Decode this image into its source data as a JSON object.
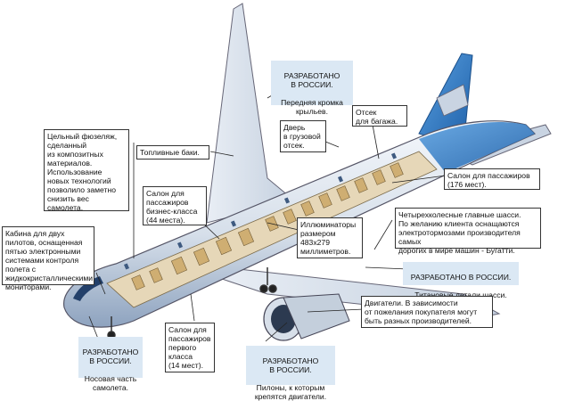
{
  "labels": {
    "wing_edge": {
      "head": "РАЗРАБОТАНО\nВ РОССИИ.",
      "body": "Передняя кромка\nкрыльев."
    },
    "fuselage": "Цельный фюзеляж,\nсделанный\nиз композитных\nматериалов.\nИспользование\nновых технологий\nпозволило заметно\nснизить вес\nсамолета.",
    "fuel_tanks": "Топливные баки.",
    "cargo_door": "Дверь\nв грузовой\nотсек.",
    "baggage": "Отсек\nдля багажа.",
    "pax_176": "Салон для пассажиров\n(176 мест).",
    "business": "Салон для\nпассажиров\nбизнес-класса\n(44 места).",
    "windows": "Иллюминаторы\nразмером\n483x279\nмиллиметров.",
    "gear": "Четырехколесные главные шасси.\nПо желанию клиента оснащаются\nэлектротормозами производителя самых\nдорогих в мире машин - Бугатти.",
    "cockpit": "Кабина для двух\nпилотов, оснащенная\nпятью электронными\nсистемами контроля\nполета с\nжидкокристаллическими\nмониторами.",
    "titanium": {
      "head": "РАЗРАБОТАНО В РОССИИ.",
      "body": "Титановые детали шасси."
    },
    "engines": "Двигатели. В зависимости\nот пожелания покупателя могут\nбыть разных производителей.",
    "nose": {
      "head": "РАЗРАБОТАНО\nВ РОССИИ.",
      "body": "Носовая часть\nсамолета."
    },
    "first": "Салон для\nпассажиров\nпервого\nкласса\n(14 мест).",
    "pylons": {
      "head": "РАЗРАБОТАНО\nВ РОССИИ.",
      "body": "Пилоны, к которым\nкрепятся двигатели."
    }
  },
  "colors": {
    "fuselage": "#dfe6ef",
    "fuselage_dark": "#9fb0c8",
    "tail_blue": "#2a78c4",
    "interior": "#c9a56b",
    "callout_bg": "#dbe8f4"
  }
}
